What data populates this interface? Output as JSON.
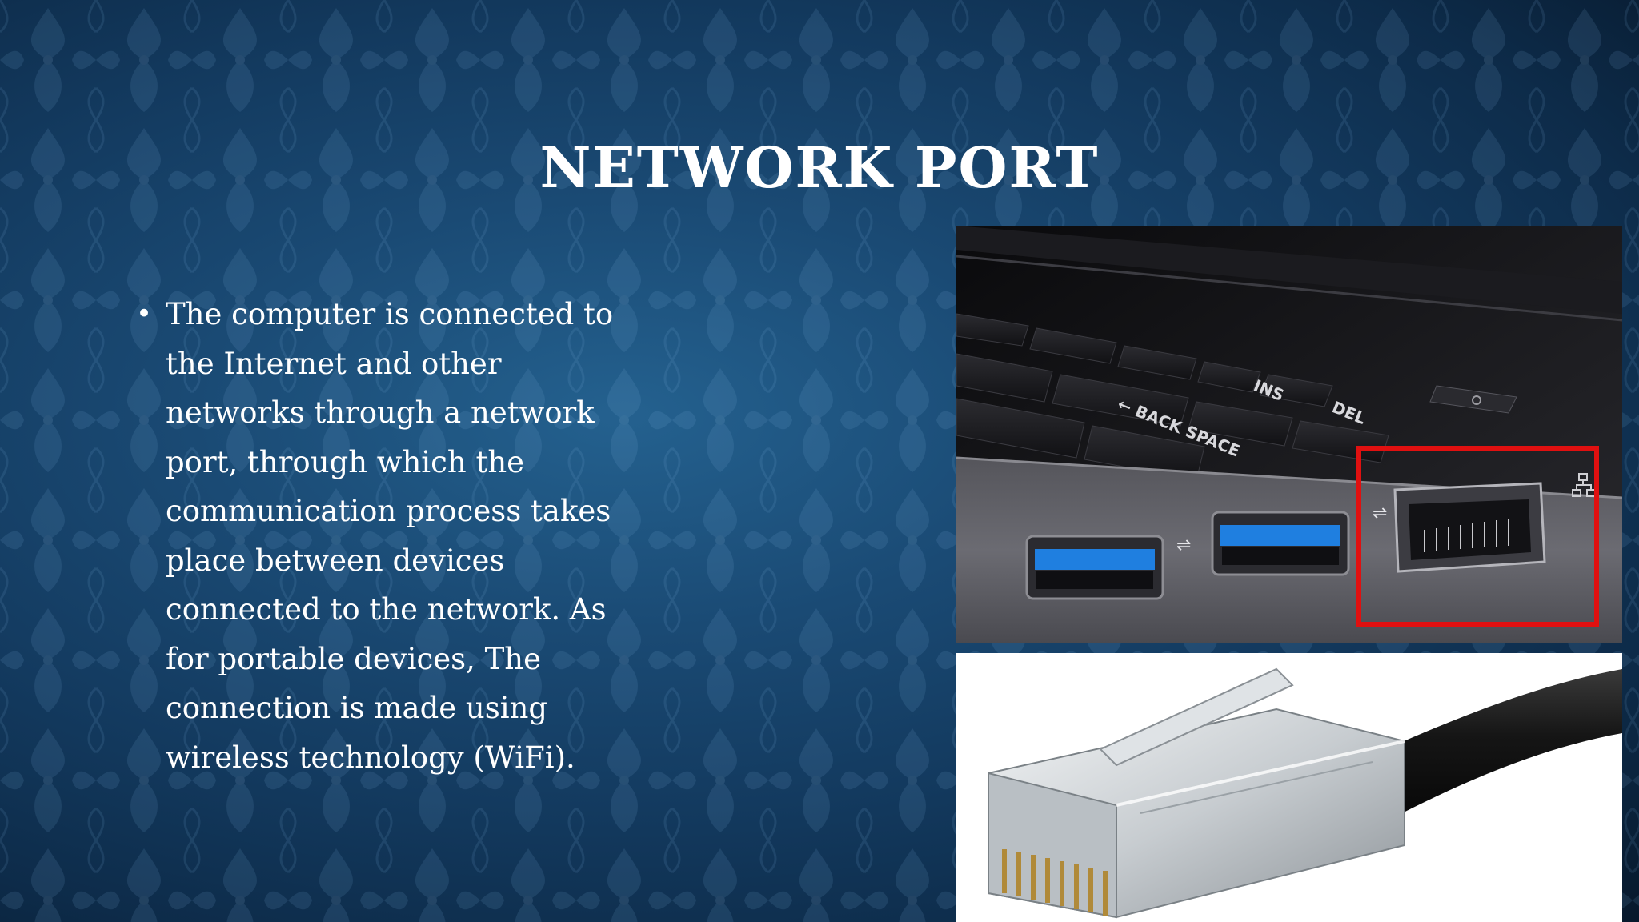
{
  "slide": {
    "title": "NETWORK PORT",
    "bullet_symbol": "•",
    "bullet_lines": [
      "The computer is connected to",
      "the Internet and other",
      "networks through a network",
      "port, through which the",
      "communication process takes",
      "place between devices",
      "connected to the network. As",
      "for portable devices, The",
      "connection is made using",
      "wireless technology (WiFi)."
    ]
  },
  "images": {
    "laptop_photo": {
      "key_labels": [
        "← BACK SPACE",
        "INS",
        "DEL"
      ],
      "highlight_color": "#e01010",
      "port_color": "#1f7fe0"
    },
    "connector_photo": {
      "subject": "RJ45 ethernet connector"
    }
  },
  "colors": {
    "background": "#1a4a74",
    "title": "#ffffff",
    "text": "#ffffff"
  }
}
